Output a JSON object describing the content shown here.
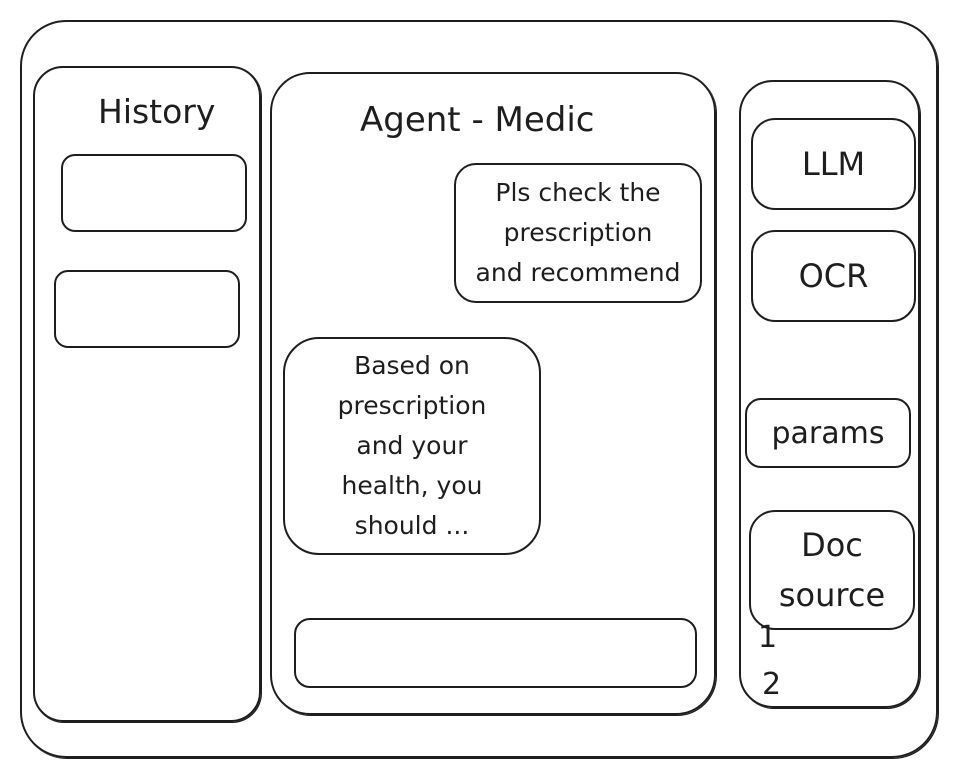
{
  "history": {
    "title": "History"
  },
  "chat": {
    "title": "Agent - Medic",
    "user_message": "Pls check the\nprescription\nand recommend",
    "agent_message": "Based on\nprescription\nand your\nhealth, you\nshould ..."
  },
  "tools": {
    "llm_label": "LLM",
    "ocr_label": "OCR",
    "params_label": "params",
    "doc_source_label": "Doc\nsource",
    "doc_items": [
      "1",
      "2"
    ]
  }
}
